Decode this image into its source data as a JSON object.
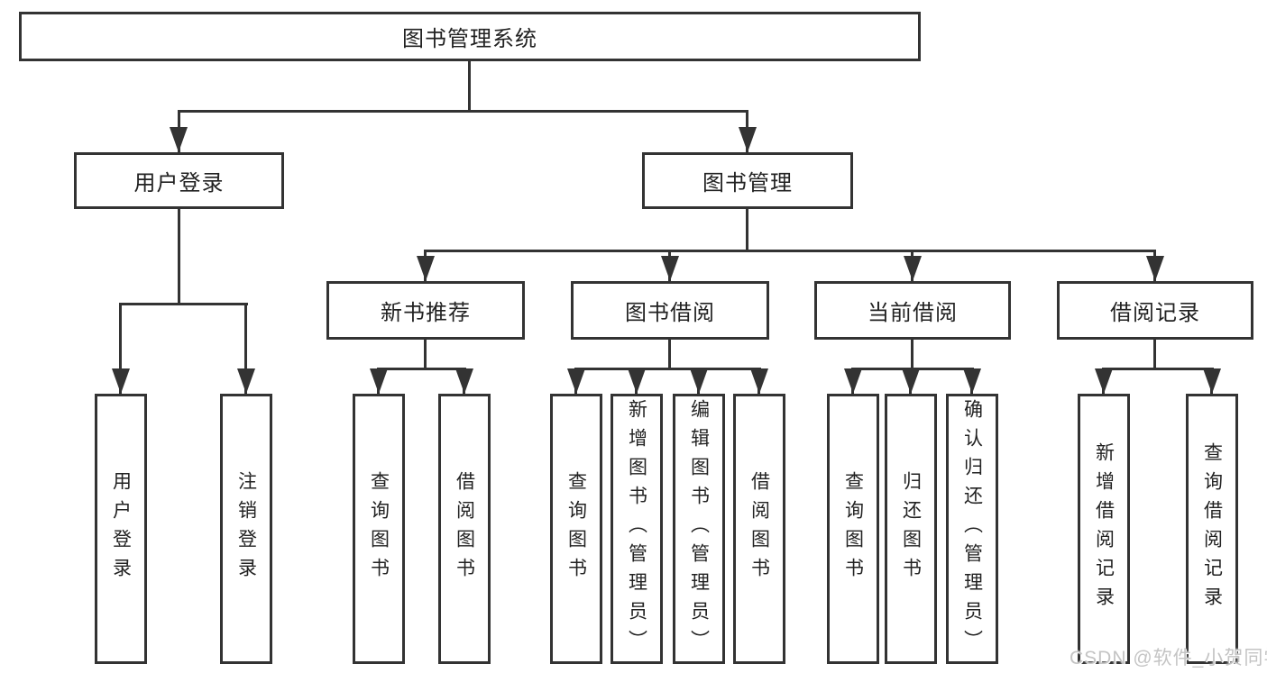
{
  "colors": {
    "line": "#333333",
    "box_border": "#333333",
    "text": "#222222",
    "background": "#ffffff",
    "watermark": "#c4c4c4"
  },
  "watermark": "CSDN @软件_小贺同学",
  "tree": {
    "root": "图书管理系统",
    "branches": [
      {
        "label": "用户登录",
        "leaves": [
          "用户登录",
          "注销登录"
        ]
      },
      {
        "label": "图书管理",
        "groups": [
          {
            "label": "新书推荐",
            "leaves": [
              "查询图书",
              "借阅图书"
            ]
          },
          {
            "label": "图书借阅",
            "leaves": [
              "查询图书",
              "新增图书（管理员）",
              "编辑图书（管理员）",
              "借阅图书"
            ]
          },
          {
            "label": "当前借阅",
            "leaves": [
              "查询图书",
              "归还图书",
              "确认归还（管理员）"
            ]
          },
          {
            "label": "借阅记录",
            "leaves": [
              "新增借阅记录",
              "查询借阅记录"
            ]
          }
        ]
      }
    ]
  }
}
